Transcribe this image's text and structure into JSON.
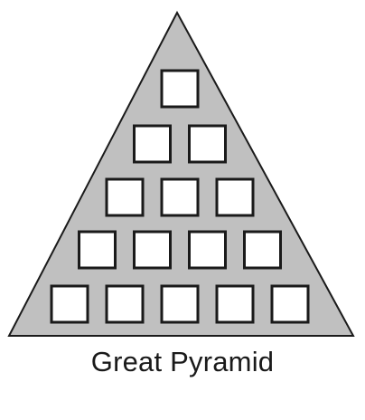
{
  "diagram": {
    "caption": "Great Pyramid",
    "rows": [
      1,
      2,
      3,
      4,
      5
    ],
    "colors": {
      "fill": "#c0c0c0",
      "stroke": "#1a1a1a",
      "block_fill": "#ffffff"
    }
  }
}
